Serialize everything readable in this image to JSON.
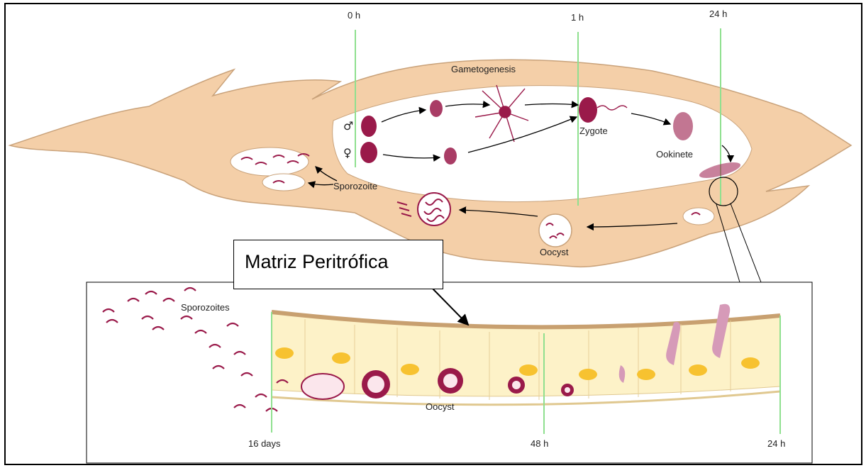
{
  "time_labels": {
    "t0": "0 h",
    "t1": "1 h",
    "t24": "24 h",
    "t16d": "16 days",
    "t48": "48 h",
    "t24b": "24 h"
  },
  "labels": {
    "gametogenesis": "Gametogenesis",
    "male_symbol": "♂",
    "female_symbol": "♀",
    "zygote": "Zygote",
    "ookinete": "Ookinete",
    "sporozoite": "Sporozoite",
    "oocyst": "Oocyst",
    "sporozoites": "Sporozoites",
    "oocyst_inset": "Oocyst"
  },
  "callout": {
    "text": "Matriz Peritrófica"
  },
  "colors": {
    "midgut": "#f4cfa8",
    "midgut_outline": "#c9a27a",
    "parasite": "#9a1a4a",
    "time_line": "#8fe08f",
    "epithelium": "#fdf2c8",
    "matrix": "#c8a070",
    "nucleus": "#f7c230"
  }
}
